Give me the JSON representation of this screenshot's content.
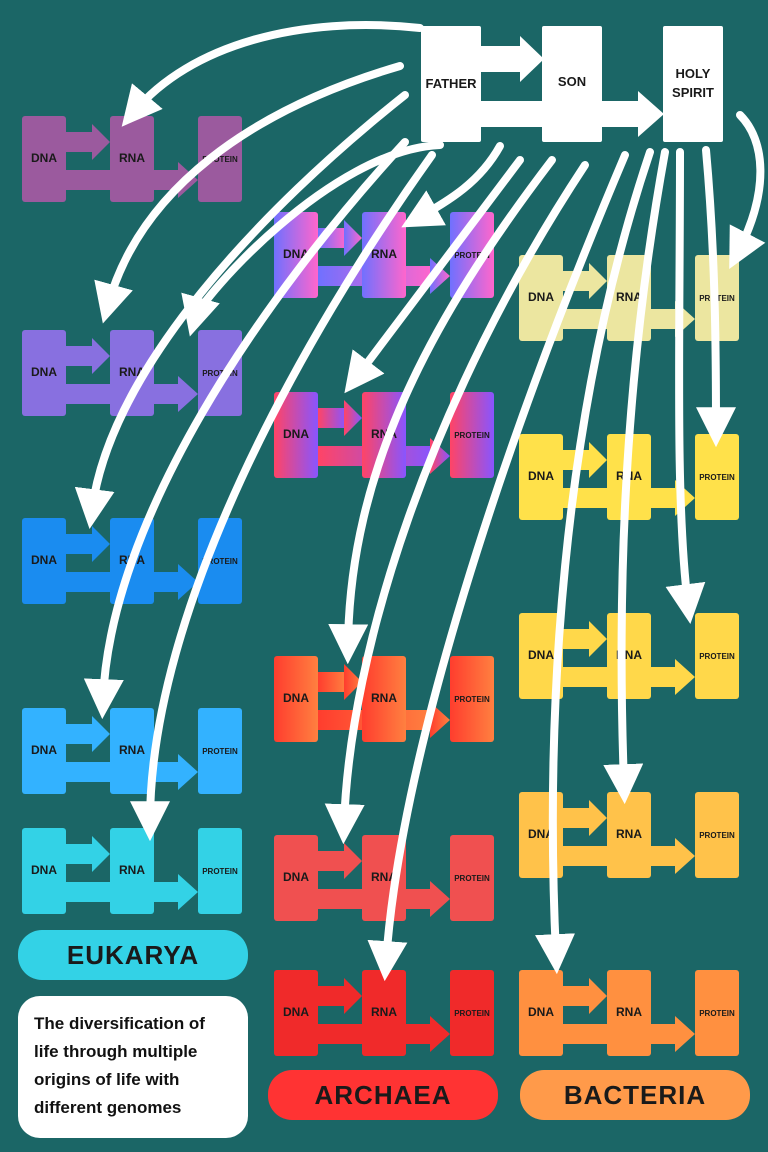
{
  "trinity": {
    "father": "FATHER",
    "son": "SON",
    "holy_spirit_line1": "HOLY",
    "holy_spirit_line2": "SPIRIT"
  },
  "box_labels": {
    "dna": "DNA",
    "rna": "RNA",
    "protein": "PROTEIN"
  },
  "groups": {
    "eukarya": "EUKARYA",
    "archaea": "ARCHAEA",
    "bacteria": "BACTERIA"
  },
  "caption": "The diversification of life through multiple origins of life with different genomes",
  "colors": {
    "background": "#1b6666",
    "eukarya": [
      "#9b5a9e",
      "#8870e0",
      "#1a8cf0",
      "#33b2ff",
      "#33d2e6"
    ],
    "archaea": [
      [
        "#7070ff",
        "#ff66cc"
      ],
      [
        "#ff4466",
        "#8855ff"
      ],
      [
        "#ff3d2e",
        "#ff8040"
      ],
      [
        "#f05050",
        "#f05050"
      ],
      [
        "#f02a2a",
        "#f02a2a"
      ]
    ],
    "bacteria": [
      "#ece6a0",
      "#ffe14a",
      "#ffd84a",
      "#ffc24a",
      "#ff9040"
    ]
  }
}
